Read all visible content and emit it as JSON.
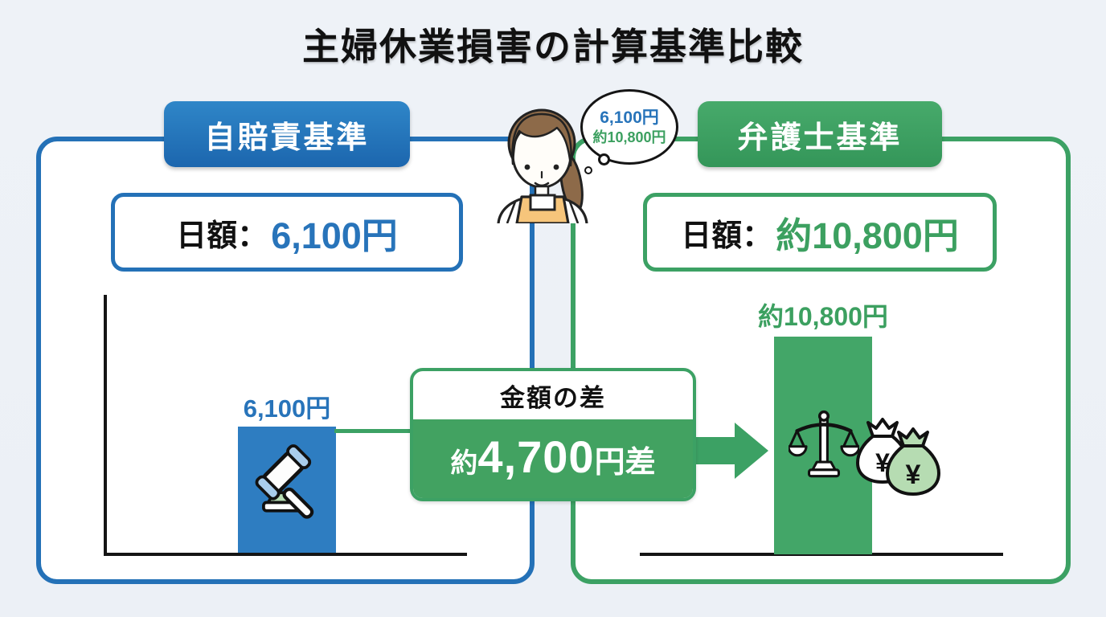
{
  "title": "主婦休業損害の計算基準比較",
  "thought_bubble": {
    "line1": "6,100円",
    "line2": "約10,800円"
  },
  "left_panel": {
    "header": "自賠責基準",
    "daily_label": "日額：",
    "daily_value": "6,100円",
    "bar_label": "6,100円"
  },
  "right_panel": {
    "header": "弁護士基準",
    "daily_label": "日額：",
    "daily_value": "約10,800円",
    "bar_label": "約10,800円"
  },
  "difference_card": {
    "title": "金額の差",
    "value_prefix": "約",
    "value_number": "4,700",
    "value_suffix": "円差"
  },
  "money_bags": {
    "back_yen": "¥",
    "front_yen": "¥"
  },
  "icons": {
    "gavel": "gavel-icon",
    "scales": "scales-icon",
    "money_bags": "money-bags-icon",
    "arrow_right": "arrow-right-icon",
    "thought_bubble": "thought-bubble",
    "housewife": "housewife-illustration"
  },
  "colors": {
    "background": "#edf1f6",
    "blue_border": "#2471b7",
    "blue_bar": "#2e7dc1",
    "blue_text": "#2874ba",
    "green_border": "#3ca164",
    "green_bar": "#43a668",
    "green_text": "#3ca060",
    "card_green": "#42a261",
    "light_green": "#b6dcb2",
    "light_blue": "#a9cdec",
    "apron_orange": "#f6c57b",
    "hair_brown": "#8d6a49",
    "text_black": "#111111",
    "white": "#ffffff"
  },
  "chart_data": {
    "type": "bar",
    "title": "主婦休業損害の計算基準比較",
    "categories": [
      "自賠責基準",
      "弁護士基準"
    ],
    "values": [
      6100,
      10800
    ],
    "value_labels": [
      "6,100円",
      "約10,800円"
    ],
    "difference": {
      "label": "金額の差",
      "value": 4700,
      "value_label": "約4,700円差"
    },
    "unit": "円",
    "ylim": [
      0,
      12800
    ],
    "grid": false,
    "legend": false
  }
}
